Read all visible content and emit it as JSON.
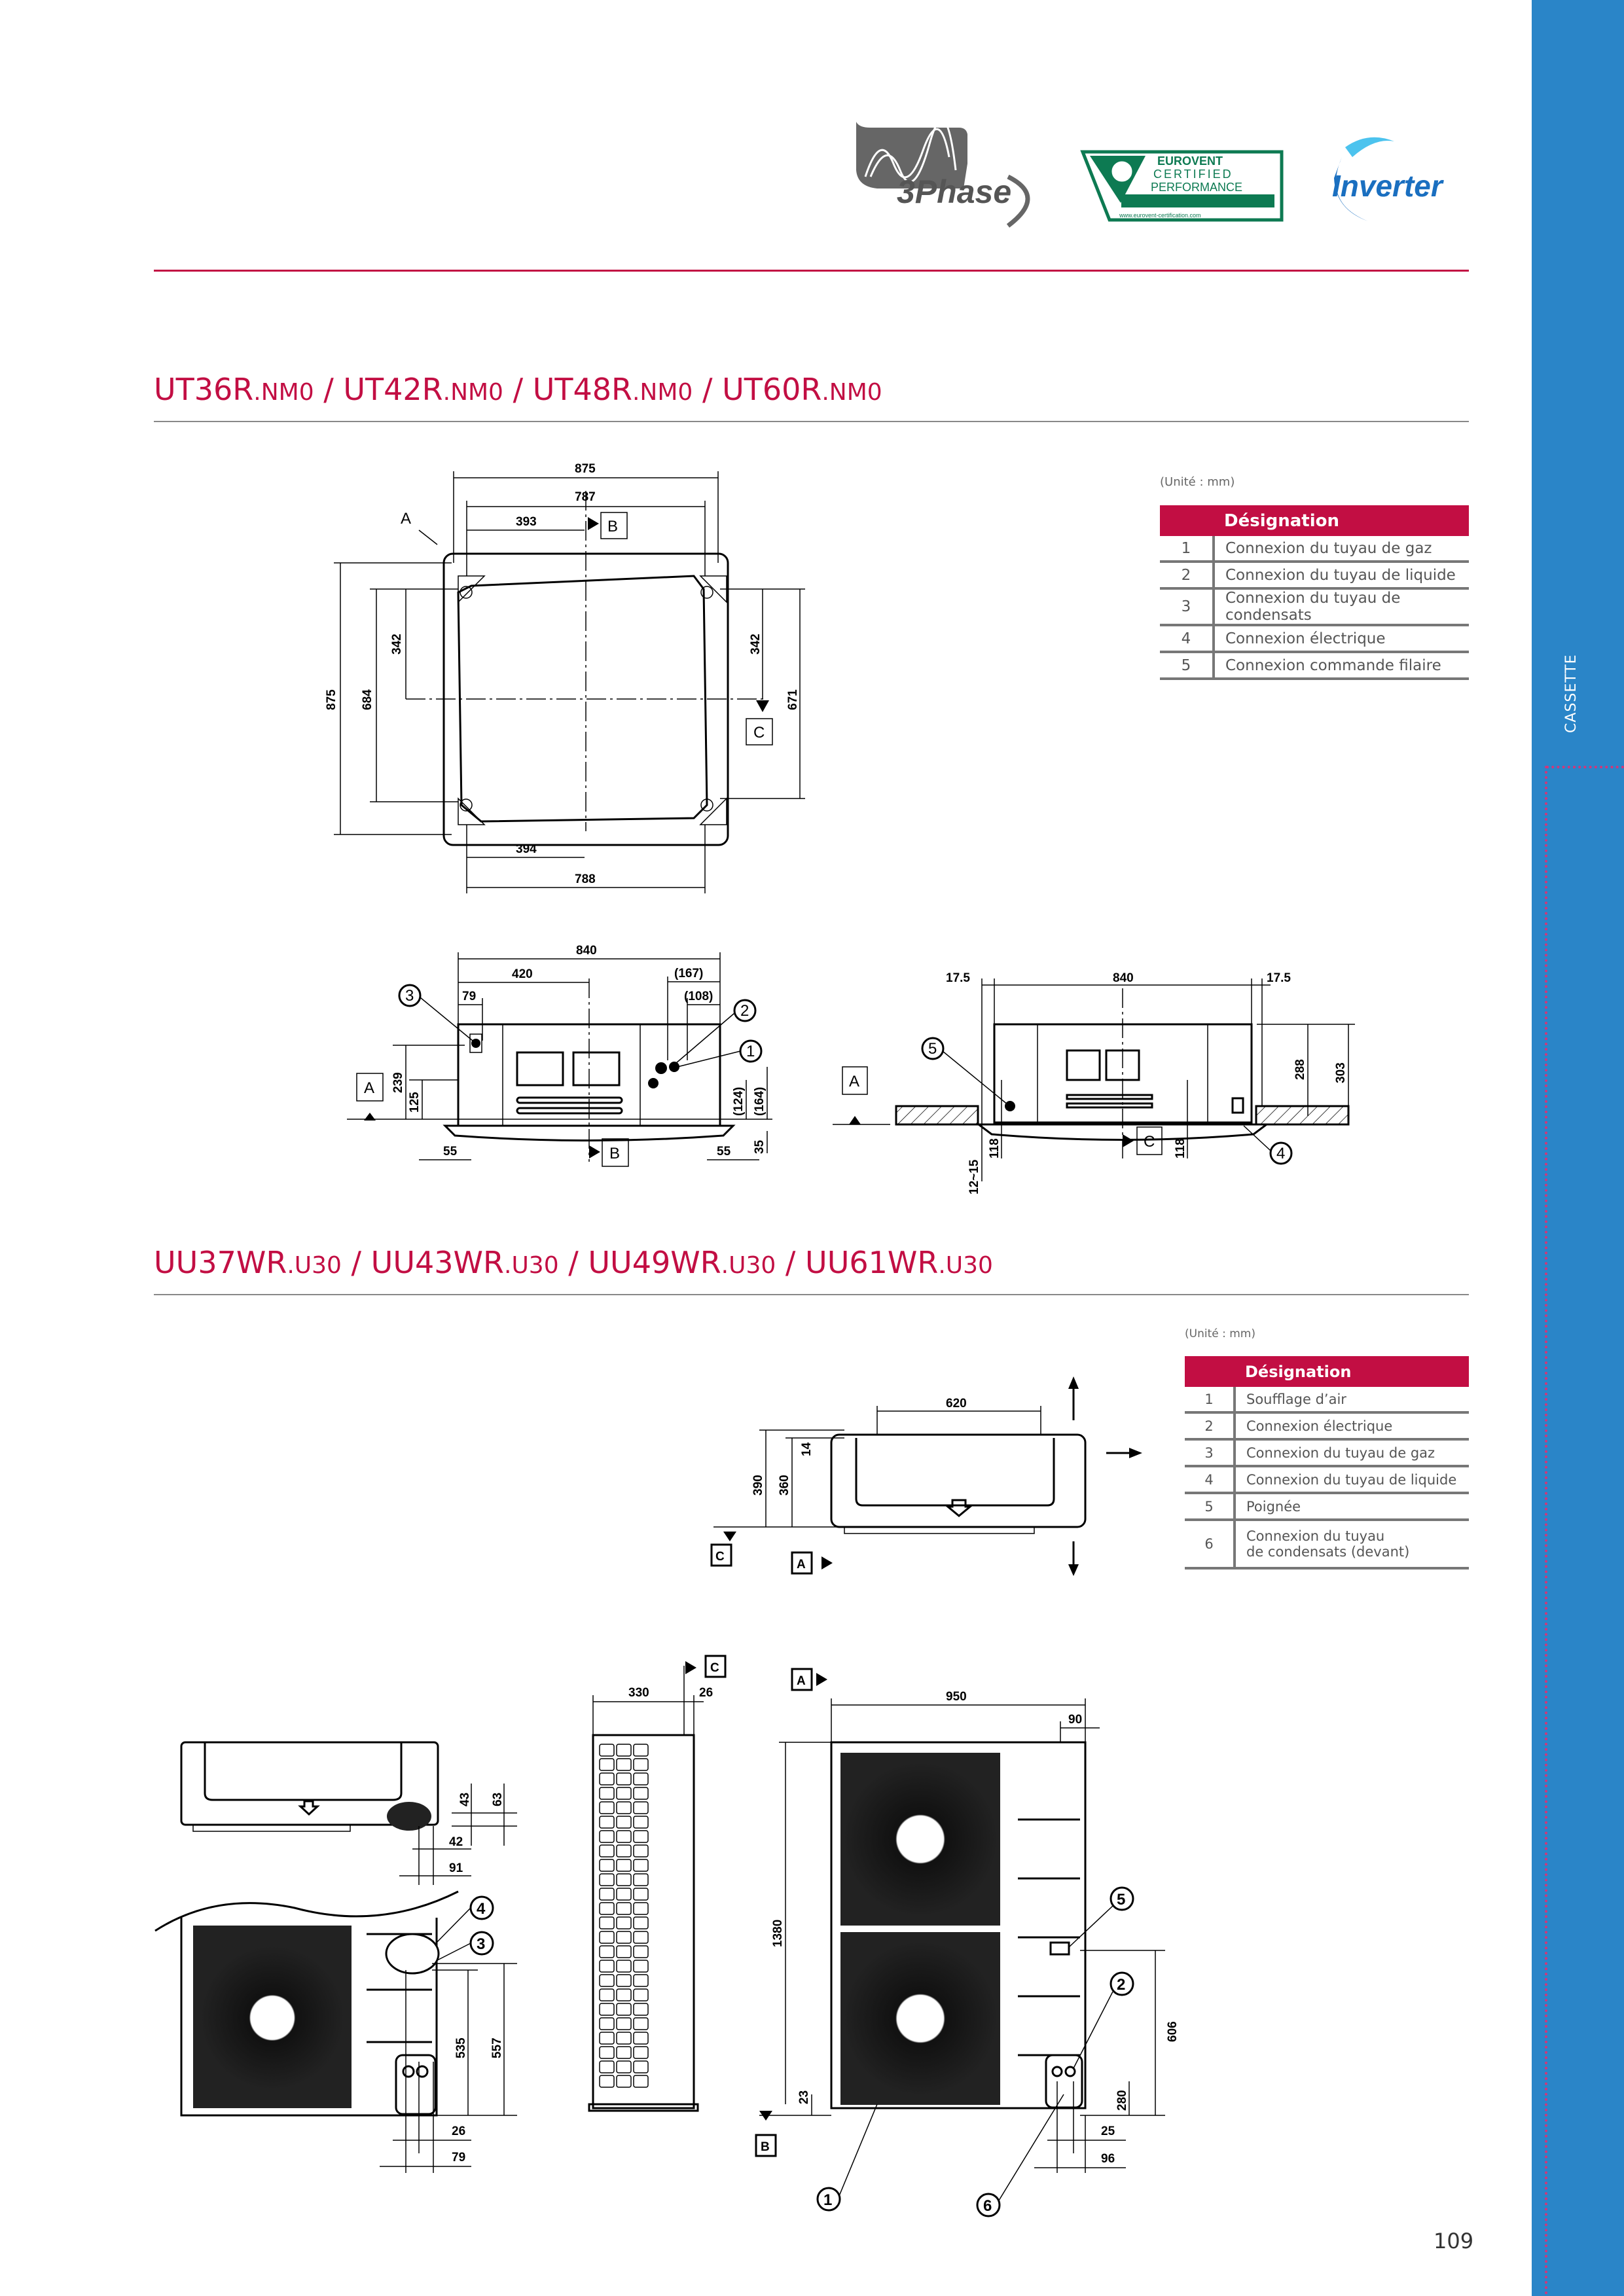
{
  "logos": {
    "three_phase": "3Phase",
    "eurovent": [
      "EUROVENT",
      "CERTIFIED",
      "PERFORMANCE",
      "www.eurovent-certification.com"
    ],
    "inverter": "Inverter"
  },
  "sidebar": {
    "label": "CASSETTE",
    "color": "#2a85c8"
  },
  "accent_color": "#c20e43",
  "section1": {
    "title_parts": [
      {
        "main": "UT36R",
        "suffix": ".NM0"
      },
      {
        "main": " / UT42R",
        "suffix": ".NM0"
      },
      {
        "main": " / UT48R",
        "suffix": ".NM0"
      },
      {
        "main": " / UT60R",
        "suffix": ".NM0"
      }
    ],
    "unit_note": "(Unité : mm)",
    "table": {
      "header": "Désignation",
      "rows": [
        {
          "n": "1",
          "text": "Connexion du tuyau de gaz"
        },
        {
          "n": "2",
          "text": "Connexion du tuyau de liquide"
        },
        {
          "n": "3",
          "text": "Connexion du tuyau de condensats"
        },
        {
          "n": "4",
          "text": "Connexion électrique"
        },
        {
          "n": "5",
          "text": "Connexion commande filaire"
        }
      ]
    },
    "top_view": {
      "dims": [
        "875",
        "787",
        "393",
        "875",
        "684",
        "342",
        "342",
        "671",
        "394",
        "788"
      ],
      "refs": [
        "A",
        "B",
        "C"
      ]
    },
    "side_view_1": {
      "dims": [
        "840",
        "420",
        "79",
        "(167)",
        "(108)",
        "239",
        "125",
        "(124)",
        "(164)",
        "35",
        "55",
        "55"
      ],
      "refs": [
        "A",
        "B"
      ],
      "callouts": [
        "3",
        "2",
        "1"
      ]
    },
    "side_view_2": {
      "dims": [
        "17.5",
        "840",
        "17.5",
        "288",
        "303",
        "118",
        "118",
        "12~15"
      ],
      "refs": [
        "A",
        "C"
      ],
      "callouts": [
        "5",
        "4"
      ]
    }
  },
  "section2": {
    "title_parts": [
      {
        "main": "UU37WR",
        "suffix": ".U30"
      },
      {
        "main": " / UU43WR",
        "suffix": ".U30"
      },
      {
        "main": " / UU49WR",
        "suffix": ".U30"
      },
      {
        "main": " / UU61WR",
        "suffix": ".U30"
      }
    ],
    "unit_note": "(Unité : mm)",
    "table": {
      "header": "Désignation",
      "rows": [
        {
          "n": "1",
          "text": "Soufflage d’air"
        },
        {
          "n": "2",
          "text": "Connexion électrique"
        },
        {
          "n": "3",
          "text": "Connexion du tuyau de gaz"
        },
        {
          "n": "4",
          "text": "Connexion du tuyau de liquide"
        },
        {
          "n": "5",
          "text": "Poignée"
        },
        {
          "n": "6",
          "text": "Connexion du tuyau",
          "text2": "de condensats (devant)"
        }
      ]
    },
    "top_view": {
      "dims": [
        "620",
        "390",
        "360",
        "14"
      ],
      "refs": [
        "C",
        "A"
      ]
    },
    "small_unit": {
      "dims": [
        "43",
        "63",
        "42",
        "91",
        "535",
        "557",
        "26",
        "79"
      ],
      "callouts": [
        "4",
        "3"
      ]
    },
    "side_view": {
      "dims": [
        "330",
        "26"
      ],
      "refs": [
        "C"
      ]
    },
    "front_view": {
      "dims": [
        "950",
        "90",
        "1380",
        "23",
        "606",
        "280",
        "25",
        "96"
      ],
      "refs": [
        "A",
        "B"
      ],
      "callouts": [
        "5",
        "2",
        "1",
        "6"
      ]
    }
  },
  "page_number": "109"
}
